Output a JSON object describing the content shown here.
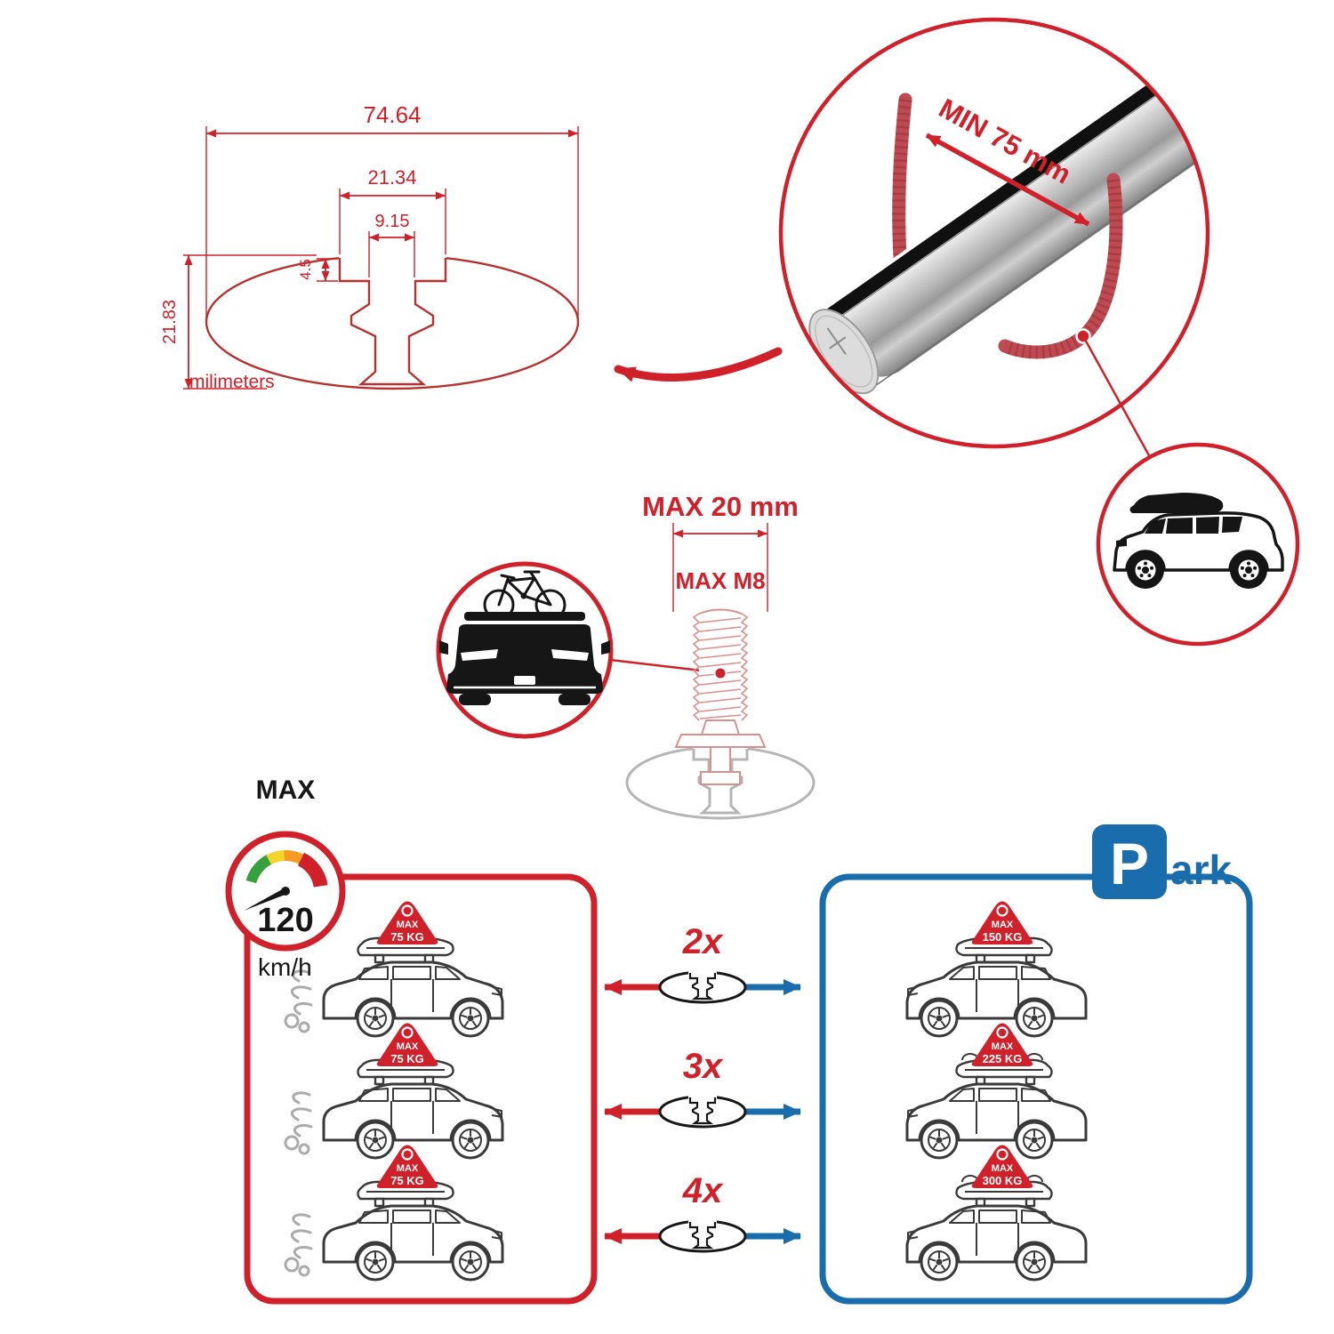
{
  "colors": {
    "accent_red": "#d0202a",
    "accent_blue": "#1a6dad",
    "aluminum": "#c9c9c9",
    "ink": "#161616"
  },
  "profile_diagram": {
    "overall_width": "74.64",
    "channel_width": "21.34",
    "slot_width": "9.15",
    "step_depth": "4.5",
    "overall_height": "21.83",
    "units": "milimeters"
  },
  "bar_detail": {
    "min_clamp_span": "MIN 75 mm"
  },
  "bolt_diagram": {
    "max_protrusion": "MAX 20 mm",
    "max_thread": "MAX M8"
  },
  "speed_limit": {
    "label": "MAX",
    "value": "120",
    "unit": "km/h"
  },
  "parking_sign": {
    "letter": "P",
    "suffix": "ark"
  },
  "load_comparison": {
    "multipliers": [
      "2x",
      "3x",
      "4x"
    ],
    "driving_cars": [
      {
        "badge_label": "MAX",
        "badge_value": "75 KG"
      },
      {
        "badge_label": "MAX",
        "badge_value": "75 KG"
      },
      {
        "badge_label": "MAX",
        "badge_value": "75 KG"
      }
    ],
    "parked_cars": [
      {
        "badge_label": "MAX",
        "badge_value": "150 KG"
      },
      {
        "badge_label": "MAX",
        "badge_value": "225 KG"
      },
      {
        "badge_label": "MAX",
        "badge_value": "300 KG"
      }
    ]
  }
}
